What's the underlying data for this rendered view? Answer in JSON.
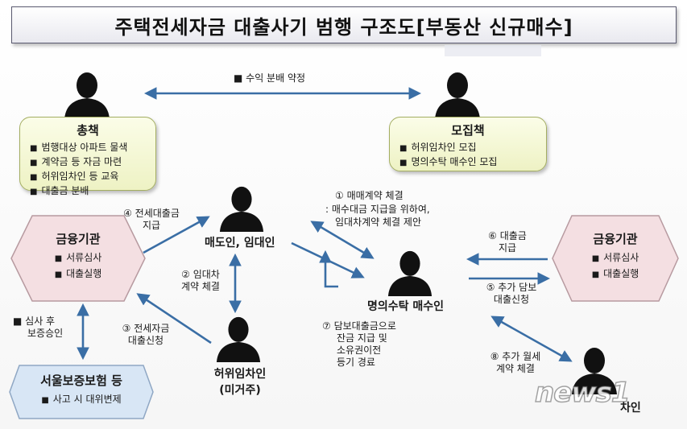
{
  "title": "주택전세자금 대출사기 범행 구조도[부동산 신규매수]",
  "nodes": {
    "chongchaek": {
      "name": "총책",
      "items": [
        "범행대상 아파트 물색",
        "계약금 등 자금 마련",
        "허위임차인 등 교육",
        "대출금 분배"
      ]
    },
    "mojipchaek": {
      "name": "모집책",
      "items": [
        "허위임차인 모집",
        "명의수탁 매수인 모집"
      ]
    },
    "bank_left": {
      "name": "금융기관",
      "items": [
        "서류심사",
        "대출실행"
      ]
    },
    "bank_right": {
      "name": "금융기관",
      "items": [
        "서류심사",
        "대출실행"
      ]
    },
    "seller": {
      "name": "매도인, 임대인"
    },
    "buyer": {
      "name": "명의수탁 매수인"
    },
    "tenant": {
      "name": "허위임차인",
      "sub": "(미거주)"
    },
    "surety": {
      "name": "서울보증보험 등",
      "items": [
        "사고 시 대위변제"
      ]
    },
    "monthly_partial": "차인"
  },
  "edges": {
    "profit": "■ 수익 분배 약정",
    "e1_title": "① 매매계약 체결",
    "e1_line2": ": 매수대금 지급을 위하여,",
    "e1_line3": "임대차계약 체결 제안",
    "e2_line1": "② 임대차",
    "e2_line2": "계약 체결",
    "e3_line1": "③ 전세자금",
    "e3_line2": "대출신청",
    "e4_line1": "④ 전세대출금",
    "e4_line2": "지급",
    "e5_line1": "⑤ 추가 담보",
    "e5_line2": "대출신청",
    "e6_line1": "⑥ 대출금",
    "e6_line2": "지급",
    "e7_line1": "⑦ 담보대출금으로",
    "e7_line2": "잔금 지급 및",
    "e7_line3": "소유권이전",
    "e7_line4": "등기 경료",
    "e8_line1": "⑧ 추가 월세",
    "e8_line2": "계약 체결",
    "review_line1": "■ 심사 후",
    "review_line2": "보증승인"
  },
  "watermark": "news1",
  "colors": {
    "arrow": "#3a6ea5",
    "box_fill": "#eef2c4",
    "hex_fill": "#f4dfe2",
    "surety_fill": "#d8e6f5"
  }
}
